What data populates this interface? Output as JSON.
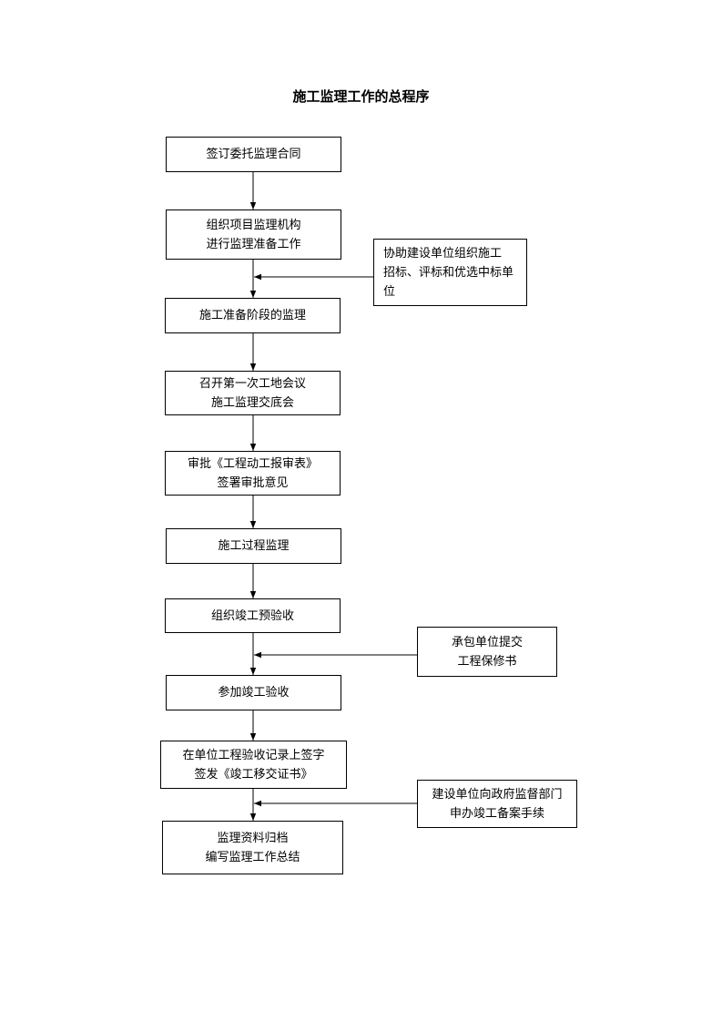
{
  "title": "施工监理工作的总程序",
  "steps": [
    {
      "lines": [
        "签订委托监理合同"
      ]
    },
    {
      "lines": [
        "组织项目监理机构",
        "进行监理准备工作"
      ]
    },
    {
      "lines": [
        "施工准备阶段的监理"
      ]
    },
    {
      "lines": [
        "召开第一次工地会议",
        "施工监理交底会"
      ]
    },
    {
      "lines": [
        "审批《工程动工报审表》",
        "签署审批意见"
      ]
    },
    {
      "lines": [
        "施工过程监理"
      ]
    },
    {
      "lines": [
        "组织竣工预验收"
      ]
    },
    {
      "lines": [
        "参加竣工验收"
      ]
    },
    {
      "lines": [
        "在单位工程验收记录上签字",
        "签发《竣工移交证书》"
      ]
    },
    {
      "lines": [
        "监理资料归档",
        "编写监理工作总结"
      ]
    }
  ],
  "side_notes": [
    {
      "lines": [
        "协助建设单位组织施工",
        "招标、评标和优选中标单",
        "位"
      ]
    },
    {
      "lines": [
        "承包单位提交",
        "工程保修书"
      ]
    },
    {
      "lines": [
        "建设单位向政府监督部门",
        "申办竣工备案手续"
      ]
    }
  ]
}
